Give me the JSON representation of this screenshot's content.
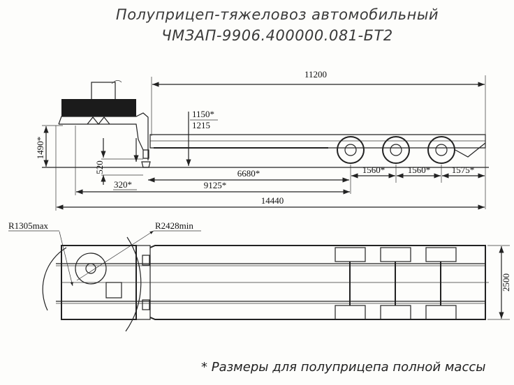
{
  "title": {
    "line1": "Полуприцеп-тяжеловоз автомобильный",
    "line2": "ЧМЗАП-9906.400000.081-БТ2"
  },
  "side_view": {
    "dims": {
      "deck_length": "11200",
      "deck_height_loaded": "1150*",
      "deck_height_empty": "1215",
      "fifth_wheel_height": "1490*",
      "support_height": "520",
      "support_offset": "320*",
      "support_to_axle": "6680*",
      "axle_spacing_1": "1560*",
      "axle_spacing_2": "1560*",
      "rear_overhang": "1575*",
      "kingpin_to_axle": "9125*",
      "overall_length": "14440"
    }
  },
  "top_view": {
    "dims": {
      "front_radius": "R1305max",
      "swing_radius": "R2428min",
      "width": "2500"
    }
  },
  "footnote": "* Размеры для полуприцепа полной массы"
}
